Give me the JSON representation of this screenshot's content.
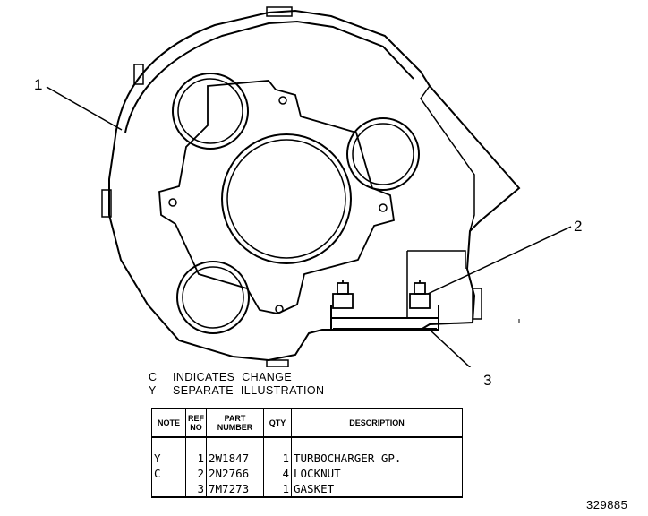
{
  "callouts": [
    "1",
    "2",
    "3"
  ],
  "legend": [
    {
      "code": "C",
      "text": "INDICATES  CHANGE"
    },
    {
      "code": "Y",
      "text": "SEPARATE  ILLUSTRATION"
    }
  ],
  "table": {
    "headers": {
      "note": "NOTE",
      "ref_no": "REF NO",
      "part_number": "PART NUMBER",
      "qty": "QTY",
      "description": "DESCRIPTION"
    },
    "rows": [
      {
        "note": "Y",
        "ref": "1",
        "part": "2W1847",
        "qty": "1",
        "desc": "TURBOCHARGER  GP."
      },
      {
        "note": "C",
        "ref": "2",
        "part": "2N2766",
        "qty": "4",
        "desc": "LOCKNUT"
      },
      {
        "note": "",
        "ref": "3",
        "part": "7M7273",
        "qty": "1",
        "desc": "GASKET"
      }
    ]
  },
  "drawing_id": "329885"
}
